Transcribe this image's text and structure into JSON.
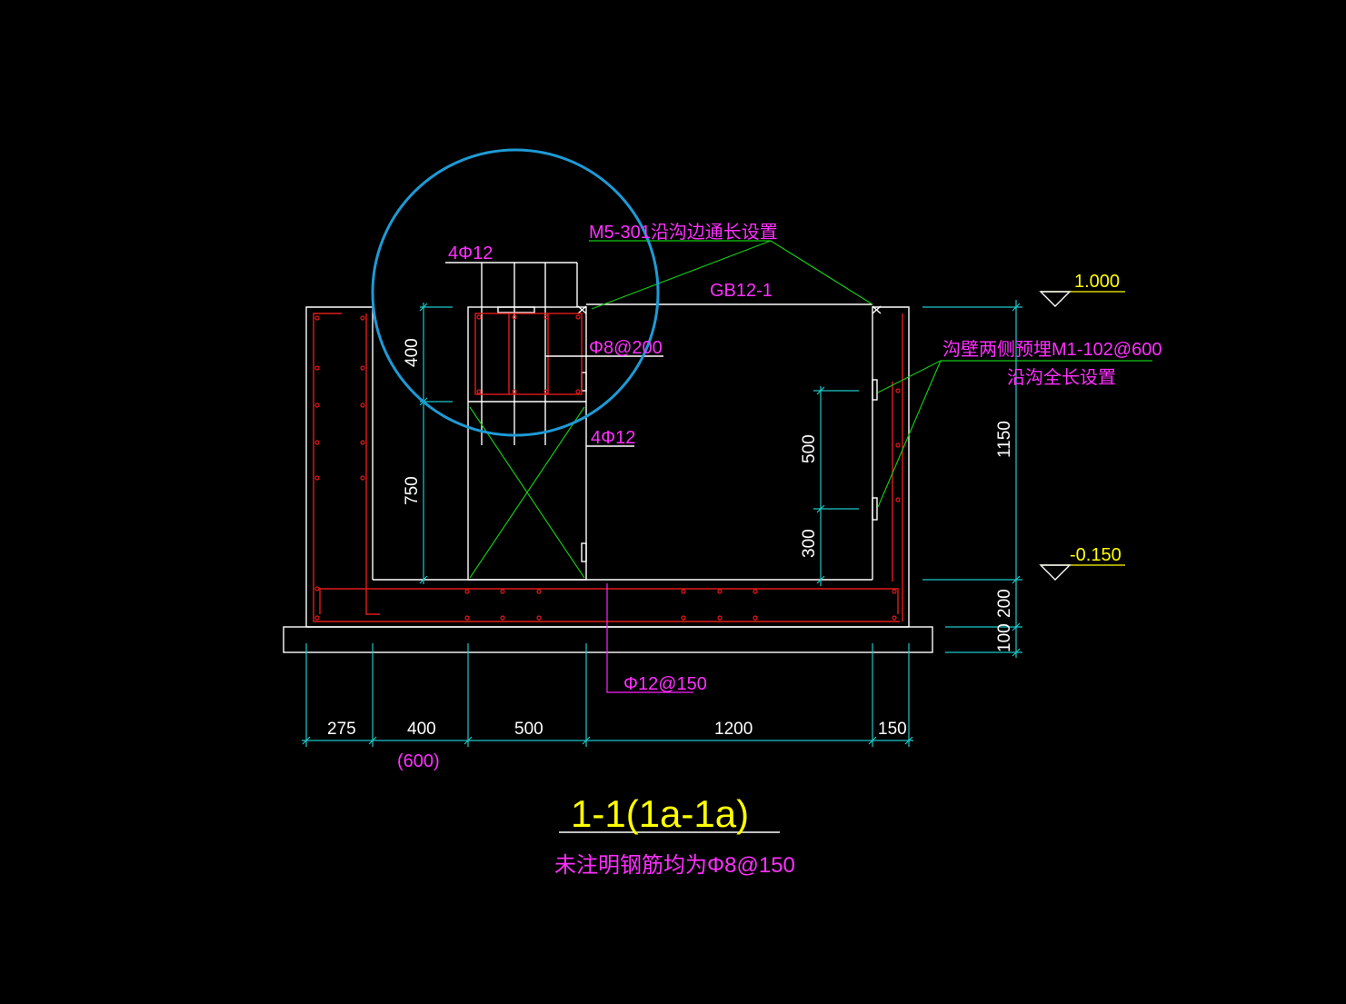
{
  "drawing": {
    "title": "1-1(1a-1a)",
    "note": "未注明钢筋均为Φ8@150",
    "labels": {
      "embed_m5": "M5-301沿沟边通长设置",
      "top_bars": "4Φ12",
      "grating": "GB12-1",
      "stirrup": "Φ8@200",
      "bottom_bars": "4Φ12",
      "wall_embed": "沟壁两侧预埋M1-102@600",
      "wall_embed_extent": "沿沟全长设置",
      "slab_bars": "Φ12@150"
    },
    "elevations": {
      "top": "1.000",
      "bottom": "-0.150"
    },
    "horizontal_dims": {
      "d1": "275",
      "d2": "400",
      "d3": "500",
      "d4": "1200",
      "d5": "150",
      "alt": "(600)"
    },
    "vertical_dims": {
      "beam": "400",
      "beam_lower": "750",
      "embed_spacing": "500",
      "embed_bottom": "300",
      "wall_height": "1150",
      "slab": "200",
      "cushion": "100"
    }
  },
  "colors": {
    "background": "#000000",
    "outline": "#ffffff",
    "rebar": "#e31a1a",
    "leader": "#14c814",
    "dimension": "#1ec8c8",
    "annotation": "#ff30ff",
    "elevation": "#ffff00",
    "highlight_circle": "#1e9ad6"
  }
}
